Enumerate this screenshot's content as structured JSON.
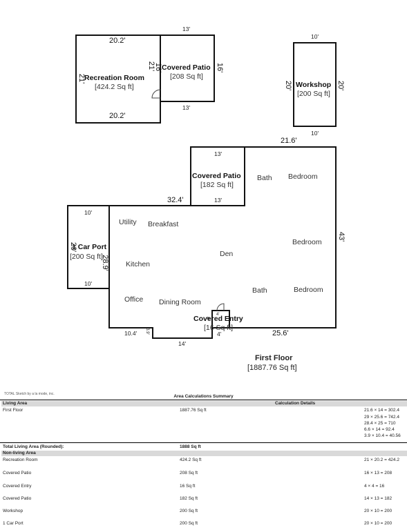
{
  "rooms": {
    "recreation": {
      "title": "Recreation Room",
      "area": "[424.2 Sq ft]",
      "dim_top": "20.2'",
      "dim_bottom": "20.2'",
      "dim_left": "21'",
      "dim_right": "21'"
    },
    "patio_top": {
      "title": "Covered Patio",
      "area": "[208 Sq ft]",
      "dim_top": "13'",
      "dim_bottom": "13'",
      "dim_left": "16'",
      "dim_right": "16'"
    },
    "workshop": {
      "title": "Workshop",
      "area": "[200 Sq ft]",
      "dim_top": "10'",
      "dim_bottom": "10'",
      "dim_left": "20'",
      "dim_right": "20'"
    },
    "patio_mid": {
      "title": "Covered Patio",
      "area": "[182 Sq ft]",
      "dim_top": "13'",
      "dim_bottom": "13'"
    },
    "carport": {
      "title": "1 Car Port",
      "area": "[200 Sq ft]",
      "dim_top": "10'",
      "dim_bottom": "10'",
      "dim_left": "20'"
    },
    "entry": {
      "title": "Covered Entry",
      "area": "[16 Sq ft]",
      "dim_side": "4'",
      "dim_bottom": "4'",
      "dim_left": "4'"
    }
  },
  "house": {
    "dim_top": "21.6'",
    "dim_upper_left": "32.4'",
    "dim_right": "43'",
    "dim_left": "28.9'",
    "dim_bottom_left": "10.4'",
    "dim_step": "3.9'",
    "dim_bottom_mid": "14'",
    "dim_bottom_right": "25.6'"
  },
  "labels": {
    "bath1": "Bath",
    "bedroom1": "Bedroom",
    "utility": "Utility",
    "breakfast": "Breakfast",
    "bedroom2": "Bedroom",
    "den": "Den",
    "kitchen": "Kitchen",
    "office": "Office",
    "dining": "Dining Room",
    "bath2": "Bath",
    "bedroom3": "Bedroom"
  },
  "floor": {
    "title": "First Floor",
    "area": "[1887.76 Sq ft]"
  },
  "summary": {
    "credit": "TOTAL Sketch by a la mode, inc.",
    "title": "Area Calculations Summary",
    "living_header": "Living Area",
    "calc_header": "Calculation Details",
    "first_floor": "First Floor",
    "first_floor_area": "1887.76 Sq ft",
    "calcs": [
      "21.6 × 14 = 302.4",
      "29 × 25.6 = 742.4",
      "28.4 × 25 = 710",
      "6.6 × 14 = 92.4",
      "3.9 × 10.4 = 40.56"
    ],
    "total_label": "Total Living Area (Rounded):",
    "total_value": "1888 Sq ft",
    "nonliving_header": "Non-living Area",
    "nonliving": [
      {
        "name": "Recreation Room",
        "area": "424.2 Sq ft",
        "calc": "21 × 20.2 = 424.2"
      },
      {
        "name": "Covered Patio",
        "area": "208 Sq ft",
        "calc": "16 × 13 = 208"
      },
      {
        "name": "Covered Entry",
        "area": "16 Sq ft",
        "calc": "4 × 4 = 16"
      },
      {
        "name": "Covered Patio",
        "area": "182 Sq ft",
        "calc": "14 × 13 = 182"
      },
      {
        "name": "Workshop",
        "area": "200 Sq ft",
        "calc": "20 × 10 = 200"
      },
      {
        "name": "1 Car Port",
        "area": "200 Sq ft",
        "calc": "20 × 10 = 200"
      }
    ]
  }
}
